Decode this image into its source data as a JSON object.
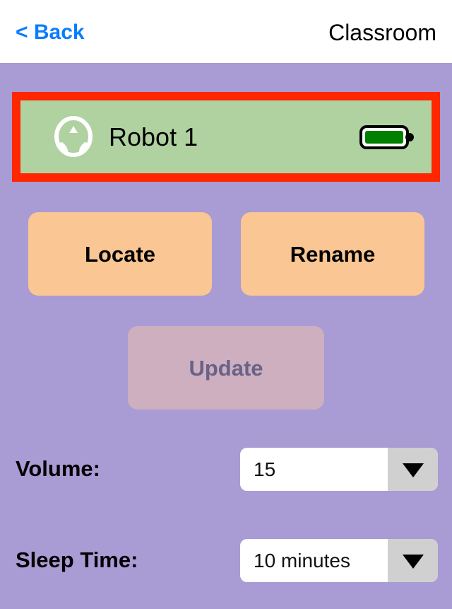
{
  "header": {
    "back_label": "< Back",
    "title": "Classroom"
  },
  "robot_card": {
    "name": "Robot 1",
    "icon": "robot-circle-icon",
    "battery_icon": "battery-full-icon",
    "battery_level_pct": 100,
    "selected": true,
    "selection_color": "#ff2600",
    "card_color": "#b0d2a0",
    "battery_color": "#008000"
  },
  "actions": {
    "locate_label": "Locate",
    "rename_label": "Rename",
    "update_label": "Update",
    "update_disabled": true,
    "button_color": "#fac693",
    "disabled_color": "#cdafc0"
  },
  "settings": {
    "volume": {
      "label": "Volume:",
      "value": "15",
      "arrow_icon": "chevron-down-icon"
    },
    "sleep_time": {
      "label": "Sleep Time:",
      "value": "10 minutes",
      "arrow_icon": "chevron-down-icon"
    }
  },
  "theme": {
    "background": "#a99bd4",
    "navbar_background": "#ffffff",
    "accent_blue": "#0a7cff"
  }
}
